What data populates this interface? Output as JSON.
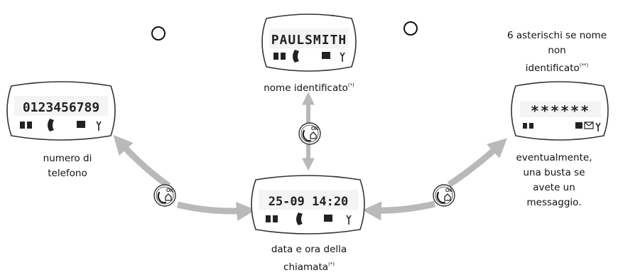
{
  "captions": {
    "top": {
      "text": "nome identificato",
      "note": "(*)"
    },
    "left": {
      "line1": "numero di",
      "line2": "telefono"
    },
    "bottom": {
      "line1": "data e ora della",
      "line2": "chiamata",
      "note": "(*)"
    },
    "right_top": {
      "line1": "6 asterischi se nome",
      "line2": "non",
      "line3": "identificato",
      "note": "(**)"
    },
    "right_bottom": {
      "line1": "eventualmente,",
      "line2": "una busta se",
      "line3": "avete un",
      "line4": "messaggio."
    }
  },
  "displays": {
    "top": "PAULSMITH",
    "left": "0123456789",
    "bottom": "25-09 14:20",
    "right": "******"
  },
  "buttons": {
    "ok_label": "OK"
  },
  "colors": {
    "arrow": "#b9b9b9",
    "lcd_outline": "#333333",
    "segment": "#cfcfcf"
  }
}
